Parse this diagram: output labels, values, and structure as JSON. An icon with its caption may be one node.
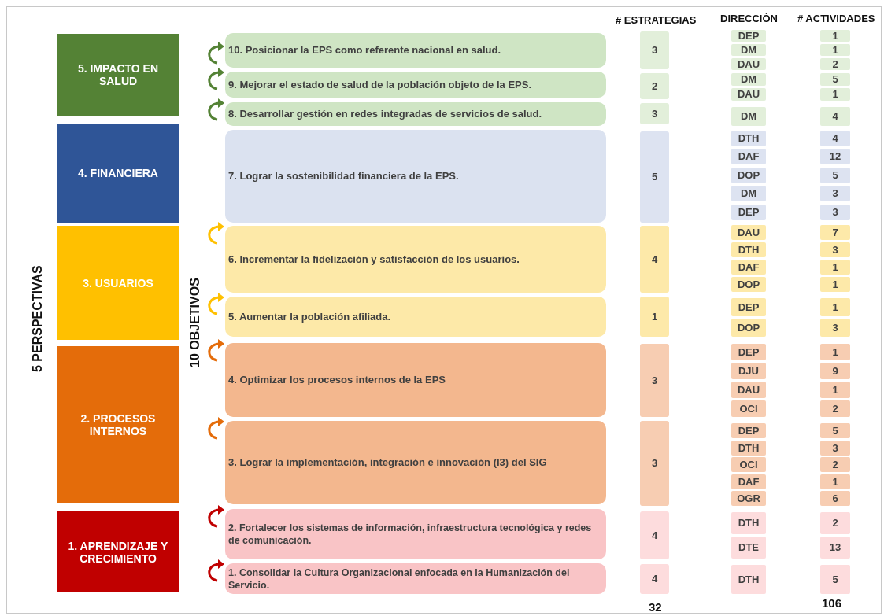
{
  "diagram": {
    "nodes": [
      {
        "text": [
          "5. IMPACTO EN SALUD"
        ]
      },
      {
        "text": [
          "4. FINANCIERA"
        ]
      },
      {
        "text": [
          "3. USUARIOS"
        ]
      },
      {
        "text": [
          "2. PROCESOS INTERNOS"
        ]
      },
      {
        "text": [
          "1. APRENDIZAJE Y CRECIMIENTO"
        ]
      },
      {
        "text": [
          "10. Posicionar la EPS como referente nacional en salud."
        ]
      },
      {
        "text": [
          "9. Mejorar el estado de salud de la población objeto de la EPS."
        ]
      },
      {
        "text": [
          "8. Desarrollar gestión en redes integradas de servicios de salud."
        ]
      },
      {
        "text": [
          "7. Lograr la sostenibilidad financiera de la EPS."
        ]
      },
      {
        "text": [
          "6. Incrementar la fidelización y satisfacción de los usuarios."
        ]
      },
      {
        "text": [
          "5. Aumentar la población afiliada."
        ]
      },
      {
        "text": [
          "4. Optimizar los procesos internos de la EPS"
        ]
      },
      {
        "text": [
          "3. Lograr la implementación, integración e innovación (I3) del SIG"
        ]
      },
      {
        "text": [
          "2. Fortalecer los sistemas de información, infraestructura tecnológica y redes de comunicación."
        ]
      },
      {
        "text": [
          "1. Consolidar la Cultura Organizacional enfocada en la Humanización del Servicio."
        ]
      },
      {
        "text": [
          "3"
        ]
      },
      {
        "text": [
          "2"
        ]
      },
      {
        "text": [
          "3"
        ]
      },
      {
        "text": [
          "5"
        ]
      },
      {
        "text": [
          "4"
        ]
      },
      {
        "text": [
          "1"
        ]
      },
      {
        "text": [
          "3"
        ]
      },
      {
        "text": [
          "3"
        ]
      },
      {
        "text": [
          "4"
        ]
      },
      {
        "text": [
          "4"
        ]
      },
      {
        "text": [
          "DEP"
        ]
      },
      {
        "text": [
          "DM"
        ]
      },
      {
        "text": [
          "DAU"
        ]
      },
      {
        "text": [
          "DM"
        ]
      },
      {
        "text": [
          "DAU"
        ]
      },
      {
        "text": [
          "DM"
        ]
      },
      {
        "text": [
          "DTH"
        ]
      },
      {
        "text": [
          "DAF"
        ]
      },
      {
        "text": [
          "DOP"
        ]
      },
      {
        "text": [
          "DM"
        ]
      },
      {
        "text": [
          "DEP"
        ]
      },
      {
        "text": [
          "DAU"
        ]
      },
      {
        "text": [
          "DTH"
        ]
      },
      {
        "text": [
          "DAF"
        ]
      },
      {
        "text": [
          "DOP"
        ]
      },
      {
        "text": [
          "DEP"
        ]
      },
      {
        "text": [
          "DOP"
        ]
      },
      {
        "text": [
          "DEP"
        ]
      },
      {
        "text": [
          "DJU"
        ]
      },
      {
        "text": [
          "DAU"
        ]
      },
      {
        "text": [
          "OCI"
        ]
      },
      {
        "text": [
          "DEP"
        ]
      },
      {
        "text": [
          "DTH"
        ]
      },
      {
        "text": [
          "OCI"
        ]
      },
      {
        "text": [
          "DAF"
        ]
      },
      {
        "text": [
          "OGR"
        ]
      },
      {
        "text": [
          "DTH"
        ]
      },
      {
        "text": [
          "DTE"
        ]
      },
      {
        "text": [
          "DTH"
        ]
      },
      {
        "text": [
          "1"
        ]
      },
      {
        "text": [
          "1"
        ]
      },
      {
        "text": [
          "2"
        ]
      },
      {
        "text": [
          "5"
        ]
      },
      {
        "text": [
          "1"
        ]
      },
      {
        "text": [
          "4"
        ]
      },
      {
        "text": [
          "4"
        ]
      },
      {
        "text": [
          "12"
        ]
      },
      {
        "text": [
          "5"
        ]
      },
      {
        "text": [
          "3"
        ]
      },
      {
        "text": [
          "3"
        ]
      },
      {
        "text": [
          "7"
        ]
      },
      {
        "text": [
          "3"
        ]
      },
      {
        "text": [
          "1"
        ]
      },
      {
        "text": [
          "1"
        ]
      },
      {
        "text": [
          "1"
        ]
      },
      {
        "text": [
          "3"
        ]
      },
      {
        "text": [
          "1"
        ]
      },
      {
        "text": [
          "9"
        ]
      },
      {
        "text": [
          "1"
        ]
      },
      {
        "text": [
          "2"
        ]
      },
      {
        "text": [
          "5"
        ]
      },
      {
        "text": [
          "3"
        ]
      },
      {
        "text": [
          "2"
        ]
      },
      {
        "text": [
          "1"
        ]
      },
      {
        "text": [
          "6"
        ]
      },
      {
        "text": [
          "2"
        ]
      },
      {
        "text": [
          "13"
        ]
      },
      {
        "text": [
          "5"
        ]
      }
    ],
    "edges": [],
    "labels": [
      "# ESTRATEGIAS",
      "DIRECCIÓN",
      "# ACTIVIDADES",
      "5 PERSPECTIVAS",
      "10 OBJETIVOS",
      "32",
      "106"
    ]
  }
}
